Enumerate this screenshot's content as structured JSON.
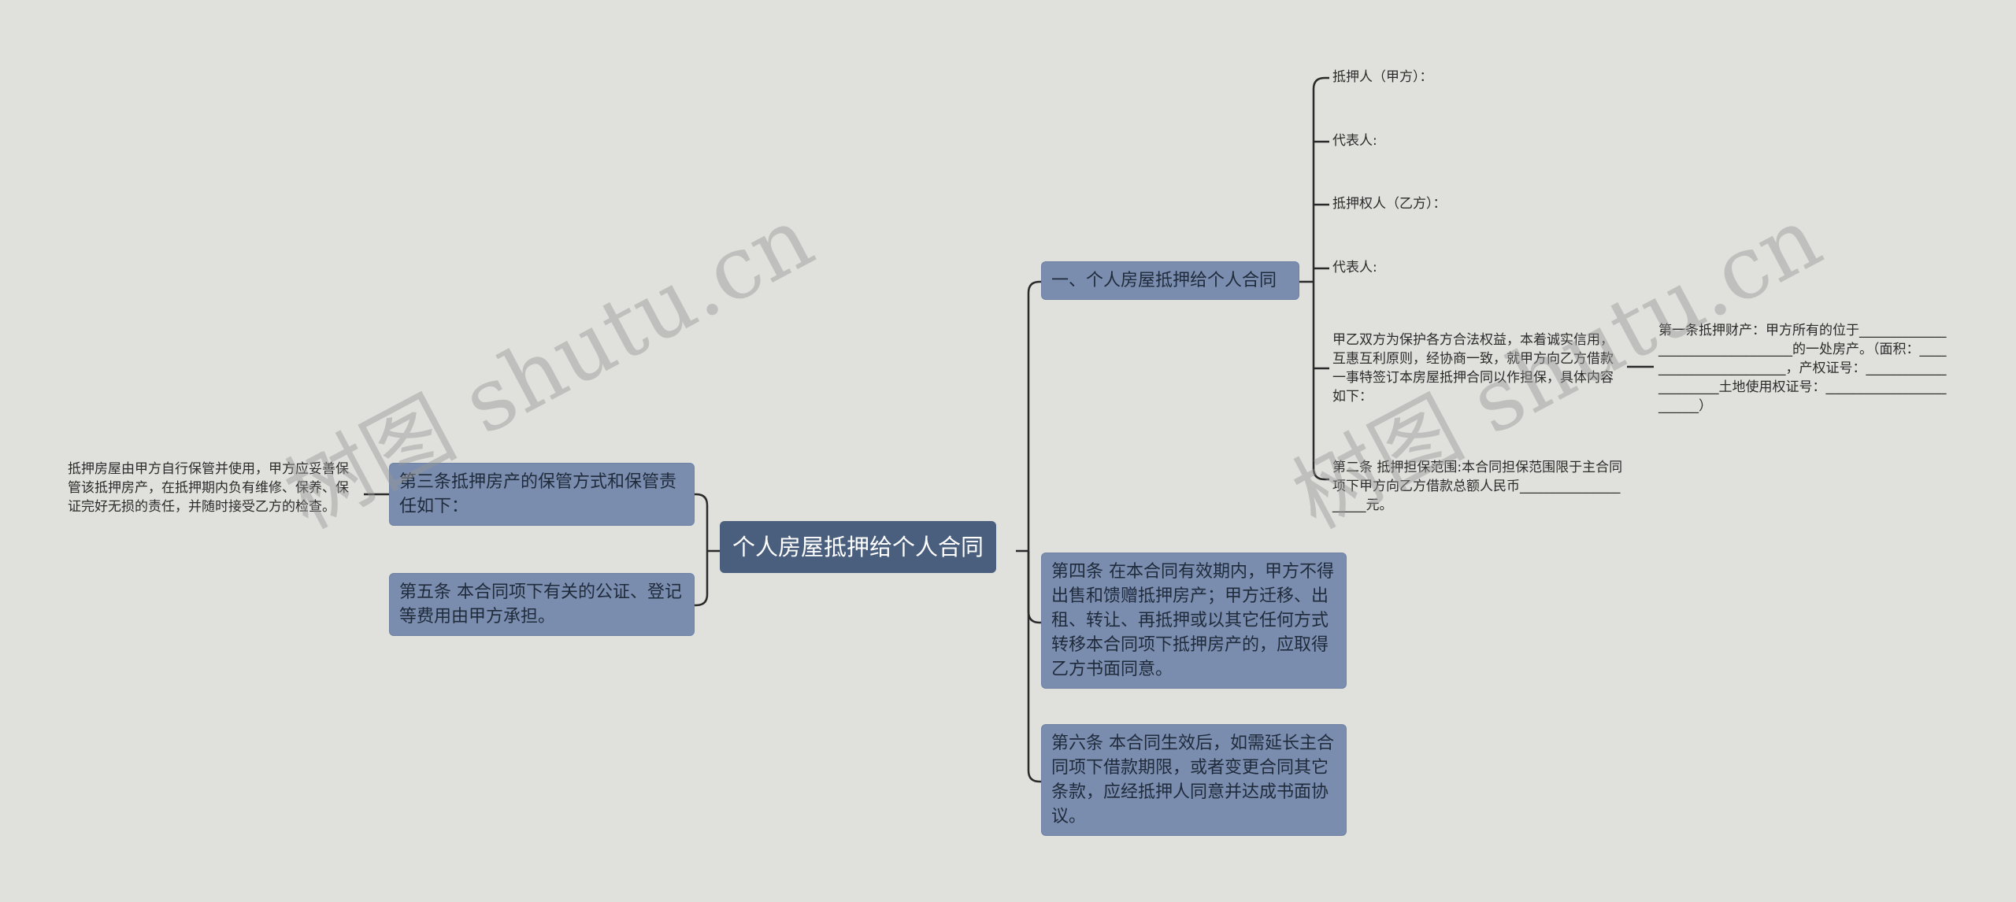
{
  "diagram": {
    "root": "个人房屋抵押给个人合同",
    "right": {
      "section1": {
        "label": "一、个人房屋抵押给个人合同",
        "items": [
          "抵押人（甲方）：",
          "代表人:",
          "抵押权人（乙方）：",
          "代表人:",
          "甲乙双方为保护各方合法权益，本着诚实信用，互惠互利原则，经协商一致，就甲方向乙方借款一事特签订本房屋抵押合同以作担保，具体内容如下：",
          "第二条 抵押担保范围:本合同担保范围限于主合同项下甲方向乙方借款总额人民币____________________元。"
        ],
        "sub": "第一条抵押财产：甲方所有的位于_________________________________的一处房产。（面积：_______________________，产权证号：_____________________土地使用权证号：________________________）"
      },
      "article4": "第四条 在本合同有效期内，甲方不得出售和馈赠抵押房产；甲方迁移、出租、转让、再抵押或以其它任何方式转移本合同项下抵押房产的，应取得乙方书面同意。",
      "article6": "第六条 本合同生效后，如需延长主合同项下借款期限，或者变更合同其它条款，应经抵押人同意并达成书面协议。"
    },
    "left": {
      "article3": "第三条抵押房产的保管方式和保管责任如下：",
      "article3_detail": "抵押房屋由甲方自行保管并使用，甲方应妥善保管该抵押房产，在抵押期内负有维修、保养、保证完好无损的责任，并随时接受乙方的检查。",
      "article5": "第五条 本合同项下有关的公证、登记等费用由甲方承担。"
    }
  },
  "watermarks": [
    "树图 shutu.cn",
    "树图 shutu.cn"
  ],
  "colors": {
    "background": "#e0e0dc",
    "root": "#4a5f7e",
    "branch": "#7a8daf",
    "line": "#2a2a2a"
  }
}
